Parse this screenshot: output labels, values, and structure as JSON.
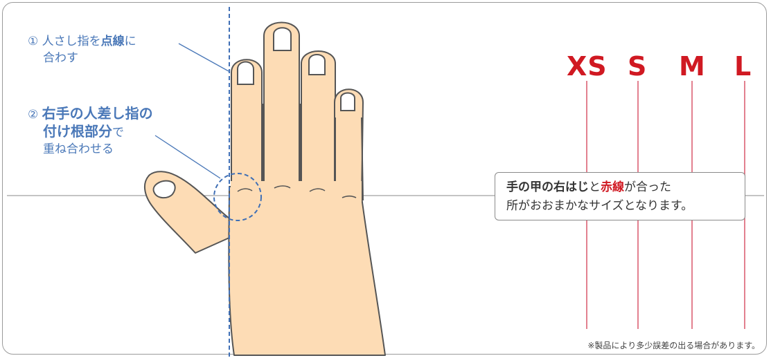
{
  "instructions": {
    "step1": {
      "num": "①",
      "a": "人さし指を",
      "b": "点線",
      "c": "に",
      "line2": "合わす"
    },
    "step2": {
      "num": "②",
      "a": "右手の人差し指の",
      "b": "付け根部分",
      "c": "で",
      "line3": "重ね合わせる"
    }
  },
  "sizes": [
    "XS",
    "S",
    "M",
    "L"
  ],
  "callout": {
    "a": "手の甲の右はじ",
    "b": "と",
    "c": "赤線",
    "d": "が合った",
    "line2": "所がおおまかなサイズとなります。"
  },
  "footnote": "※製品により多少誤差の出る場合があります。",
  "colors": {
    "accent_blue": "#4a78b8",
    "size_red": "#d01922",
    "skin": "#fddcb5",
    "outline": "#555555"
  }
}
